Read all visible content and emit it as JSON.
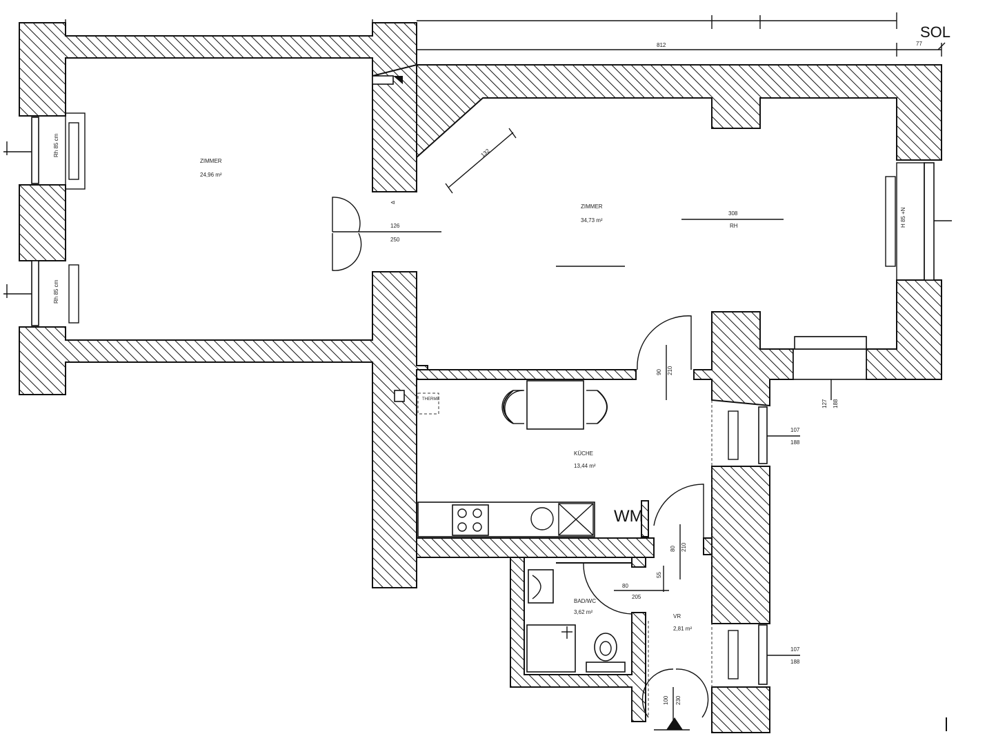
{
  "north_label": "SOL",
  "rooms": {
    "zimmer_left": {
      "name": "ZIMMER",
      "area": "24,96 m²"
    },
    "zimmer_right": {
      "name": "ZIMMER",
      "area": "34,73 m²"
    },
    "kueche": {
      "name": "KÜCHE",
      "area": "13,44 m²"
    },
    "bad": {
      "name": "BAD/WC",
      "area": "3,62 m²"
    },
    "vorraum": {
      "name": "VR",
      "area": "2,81 m²"
    }
  },
  "dimensions": {
    "top_main": "812",
    "top_right": "77",
    "diagonal": "132",
    "rh_value": "308",
    "rh_label": "RH",
    "opening_top": "126",
    "opening_bottom": "250",
    "door_kueche_w": "90",
    "door_kueche_h": "210",
    "window_right_1": "107",
    "window_right_1b": "188",
    "window_right_2": "107",
    "window_right_2b": "188",
    "window_bottom_right": "127",
    "window_bottom_right_b": "188",
    "door_bad_w": "80",
    "door_bad_h": "210",
    "bad_niche": "80",
    "bad_niche_h": "205",
    "bad_small": "55",
    "entry_w": "100",
    "entry_h": "230"
  },
  "window_labels": {
    "left_1": "Rh 85 cm",
    "left_2": "Rh 85 cm",
    "right_1": "H 85 +N"
  },
  "appliances": {
    "therme": "THERME",
    "washer": "WM"
  }
}
